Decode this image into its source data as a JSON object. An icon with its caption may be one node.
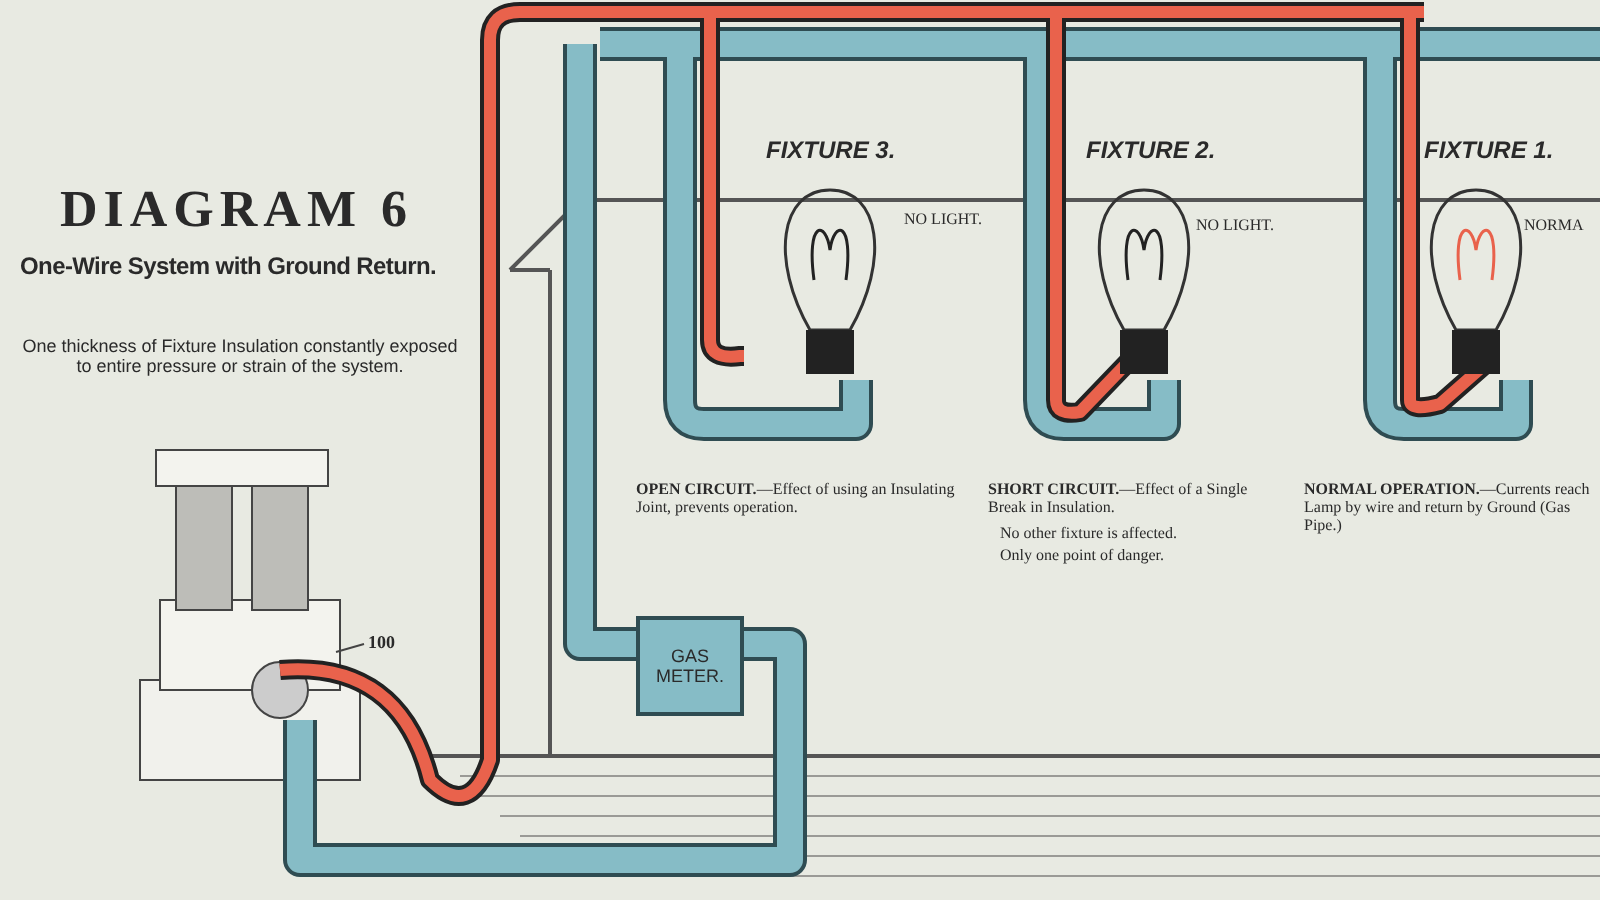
{
  "diagram": {
    "title": "DIAGRAM 6",
    "nodes": [
      {
        "text": [
          "GAS METER."
        ]
      }
    ],
    "labels": [
      "One-Wire System with Ground Return.",
      "One thickness of Fixture Insulation constantly exposed to entire pressure or strain of the system.",
      "FIXTURE 3.",
      "NO LIGHT.",
      "FIXTURE 2.",
      "NO LIGHT.",
      "FIXTURE 1.",
      "NORMA",
      "100",
      "**OPEN CIRCUIT.**—Effect of using an Insulating Joint, prevents operation.",
      "**SHORT CIRCUIT.**—Effect of a Single Break in Insulation.",
      "No other fixture is affected.",
      "Only one point of danger.",
      "**NORMAL OPERATION.**—Currents reach Lamp by wire and return by Ground (Gas Pipe.)"
    ]
  }
}
